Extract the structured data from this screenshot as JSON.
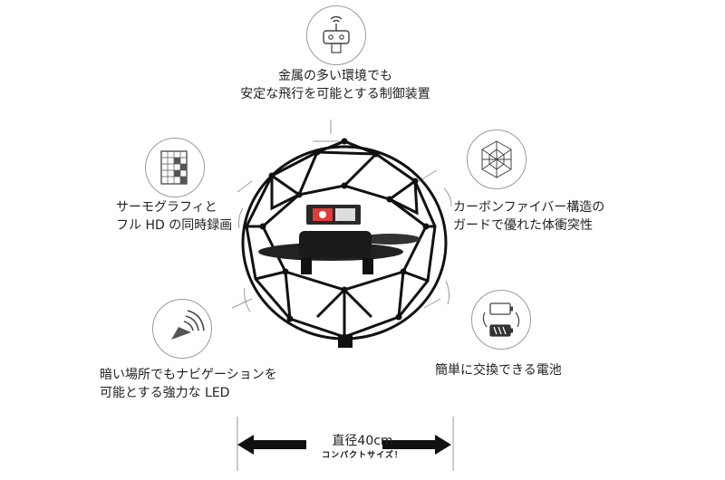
{
  "features": {
    "top": {
      "line1": "金属の多い環境でも",
      "line2": "安定な飛行を可能とする制御装置",
      "icon": "remote-controller-icon"
    },
    "left_upper": {
      "line1": "サーモグラフィと",
      "line2": "フル HD の同時録画",
      "icon": "thermal-grid-icon"
    },
    "right_upper": {
      "line1": "カーボンファイバー構造の",
      "line2": "ガードで優れた体衝突性",
      "icon": "geodesic-cage-icon"
    },
    "left_lower": {
      "line1": "暗い場所でもナビゲーションを",
      "line2": "可能とする強力な LED",
      "icon": "led-light-icon"
    },
    "right_lower": {
      "line1": "簡単に交換できる電池",
      "icon": "battery-swap-icon"
    }
  },
  "size": {
    "label": "直径40cm",
    "note": "コンパクトサイズ！"
  },
  "colors": {
    "line": "#9a9a9a",
    "cage": "#111111",
    "accent": "#e23b3b",
    "text": "#222222"
  }
}
